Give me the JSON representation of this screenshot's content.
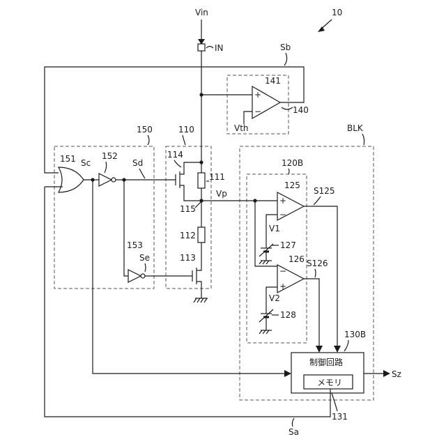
{
  "labels": {
    "vin": "Vin",
    "in": "IN",
    "sb": "Sb",
    "ref10": "10",
    "op141": "141",
    "op140": "140",
    "vth": "Vth",
    "blk": "BLK",
    "b150": "150",
    "b110": "110",
    "b120b": "120B",
    "g151": "151",
    "sc": "Sc",
    "g152": "152",
    "sd": "Sd",
    "t114": "114",
    "r111": "111",
    "vp": "Vp",
    "n115": "115",
    "c125": "125",
    "s125": "S125",
    "v1": "V1",
    "b127": "127",
    "r112": "112",
    "g153": "153",
    "se": "Se",
    "t113": "113",
    "c126": "126",
    "s126": "S126",
    "v2": "V2",
    "b128": "128",
    "ctrl_ref": "130B",
    "ctrl_title": "制御回路",
    "memory": "メモリ",
    "mem_ref": "131",
    "sz": "Sz",
    "sa": "Sa",
    "plus": "+",
    "minus": "−"
  }
}
